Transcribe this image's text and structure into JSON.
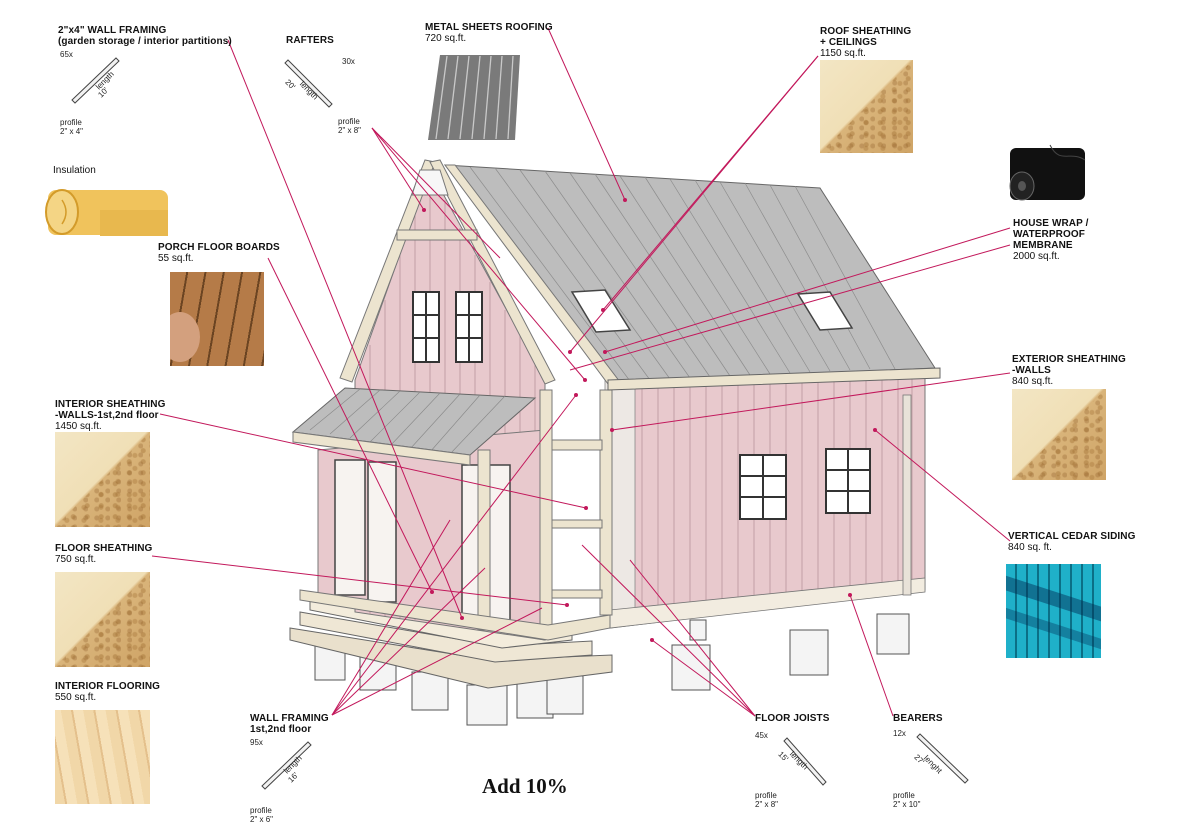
{
  "footer": {
    "add_text": "Add 10%"
  },
  "labels": {
    "wall_framing_garden": {
      "title": "2\"x4\" WALL FRAMING\n(garden storage / interior partitions)",
      "qty": "65x",
      "length": "10'",
      "length_word": "length",
      "profile_word": "profile",
      "profile": "2\" x 4\""
    },
    "rafters": {
      "title": "RAFTERS",
      "qty": "30x",
      "length": "20'",
      "length_word": "length",
      "profile_word": "profile",
      "profile": "2\" x 8\""
    },
    "metal_roofing": {
      "title": "METAL SHEETS ROOFING",
      "sub": "720 sq.ft."
    },
    "roof_sheathing": {
      "title": "ROOF SHEATHING\n+ CEILINGS",
      "sub": "1150 sq.ft."
    },
    "insulation": {
      "title": "Insulation"
    },
    "porch_floor": {
      "title": "PORCH FLOOR BOARDS",
      "sub": "55 sq.ft."
    },
    "house_wrap": {
      "title": "HOUSE WRAP /\nWATERPROOF\nMEMBRANE",
      "sub": "2000 sq.ft."
    },
    "interior_sheathing": {
      "title": "INTERIOR SHEATHING\n-WALLS-1st,2nd floor",
      "sub": "1450 sq.ft."
    },
    "exterior_sheathing": {
      "title": "EXTERIOR SHEATHING\n-WALLS",
      "sub": "840 sq.ft."
    },
    "floor_sheathing": {
      "title": "FLOOR SHEATHING",
      "sub": "750 sq.ft."
    },
    "vertical_siding": {
      "title": "VERTICAL CEDAR SIDING",
      "sub": "840 sq. ft."
    },
    "interior_flooring": {
      "title": "INTERIOR FLOORING",
      "sub": "550 sq.ft."
    },
    "wall_framing_floors": {
      "title": "WALL FRAMING\n1st,2nd floor",
      "qty": "95x",
      "length": "16'",
      "length_word": "length",
      "profile_word": "profile",
      "profile": "2\" x 6\""
    },
    "floor_joists": {
      "title": "FLOOR JOISTS",
      "qty": "45x",
      "length": "15'",
      "length_word": "length",
      "profile_word": "profile",
      "profile": "2\" x 8\""
    },
    "bearers": {
      "title": "BEARERS",
      "qty": "12x",
      "length": "27'",
      "length_word": "lenght",
      "profile_word": "profile",
      "profile": "2\" x 10\""
    }
  },
  "colors": {
    "leader": "#c2185b",
    "siding": "#e8c9cd",
    "roof": "#bdbdbd",
    "trim": "#ece4cf"
  }
}
